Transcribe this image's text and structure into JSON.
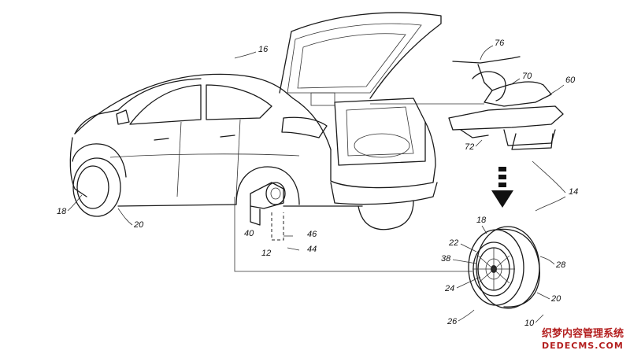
{
  "figure": {
    "references": {
      "car": "16",
      "scooter_assembly": "60",
      "handlebar": "76",
      "seat_frame": "70",
      "front_mount": "72",
      "system_arrow": "14",
      "wheel_ref_top": "18",
      "wheel_ref_left": "18",
      "tire_left": "20",
      "hub_assembly": "40",
      "axle": "12",
      "bracket": "46",
      "support": "44",
      "hub_inner": "22",
      "motor": "38",
      "rotor": "24",
      "tire_right": "20",
      "tire_side": "28",
      "wheel_edge": "26",
      "wheel_module": "10"
    }
  },
  "watermark": {
    "line1": "织梦内容管理系统",
    "line2": "DEDECMS.COM"
  }
}
